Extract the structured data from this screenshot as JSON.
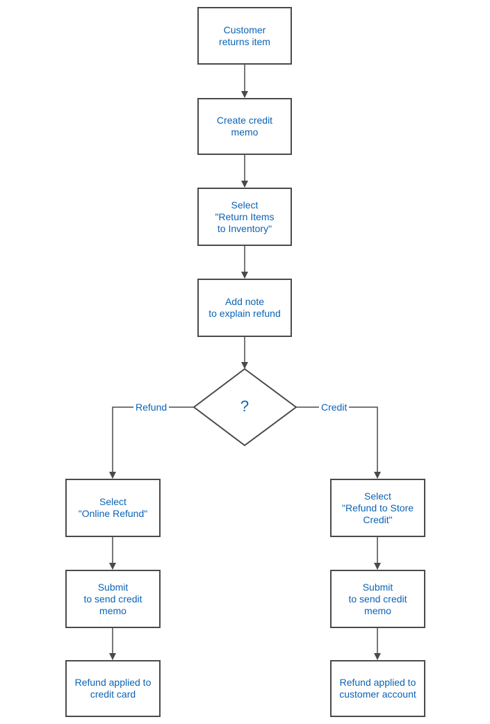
{
  "colors": {
    "box_border": "#4a4a4a",
    "text": "#0a63b5",
    "background": "#ffffff"
  },
  "steps": {
    "customer_returns": "Customer\nreturns item",
    "create_memo": "Create credit\nmemo",
    "select_return": "Select\n\"Return Items\nto Inventory\"",
    "add_note": "Add note\nto explain refund"
  },
  "decision": {
    "mark": "?",
    "left_label": "Refund",
    "right_label": "Credit"
  },
  "refund_branch": {
    "select": "Select\n\"Online Refund\"",
    "submit": "Submit\nto send credit\nmemo",
    "result": "Refund applied to\ncredit card"
  },
  "credit_branch": {
    "select": "Select\n\"Refund to Store\nCredit\"",
    "submit": "Submit\nto send credit\nmemo",
    "result": "Refund applied to\ncustomer account"
  }
}
